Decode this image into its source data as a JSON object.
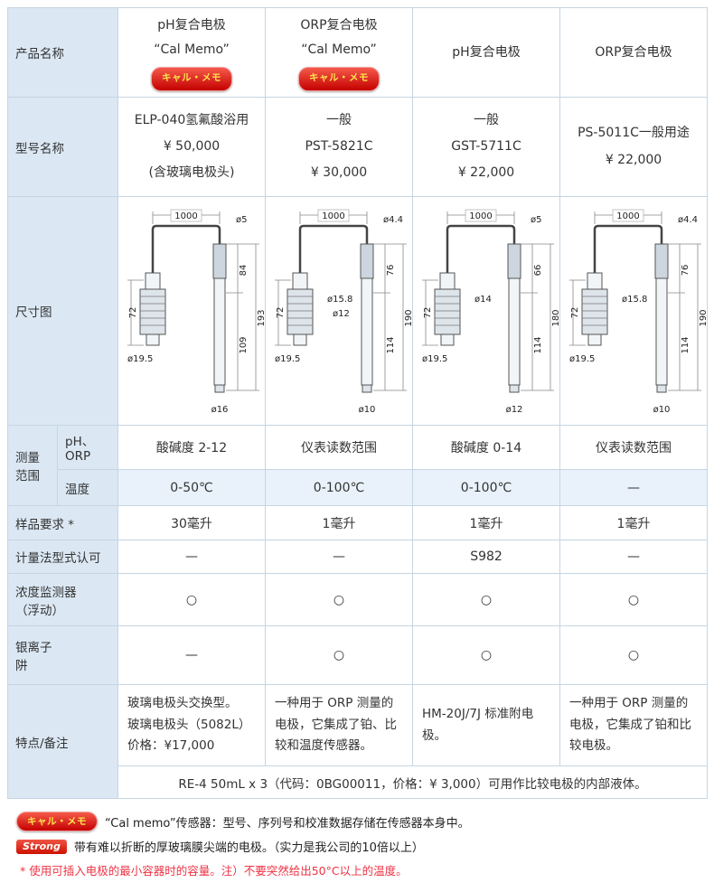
{
  "labels": {
    "product": "产品名称",
    "model": "型号名称",
    "diagram": "尺寸图",
    "range_main": "测量\n范围",
    "range_ph": "pH、ORP",
    "range_temp": "温度",
    "sample": "样品要求 *",
    "approval": "计量法型式认可",
    "monitor": "浓度监测器\n（浮动）",
    "silver": "银离子\n阱",
    "features": "特点/备注"
  },
  "badges": {
    "cal_memo": "キャル・メモ"
  },
  "products": [
    {
      "name": "pH复合电极\n“Cal Memo”",
      "model": "ELP-040氢氟酸浴用\n¥ 50,000\n(含玻璃电极头)",
      "ph_range": "酸碱度 2-12",
      "temp_range": "0-50℃",
      "sample": "30毫升",
      "approval": "—",
      "monitor": "○",
      "silver": "—",
      "features": "玻璃电极头交换型。\n玻璃电极头（5082L）\n价格：¥17,000"
    },
    {
      "name": "ORP复合电极\n“Cal Memo”",
      "model": "一般\nPST-5821C\n¥ 30,000",
      "ph_range": "仪表读数范围",
      "temp_range": "0-100℃",
      "sample": "1毫升",
      "approval": "—",
      "monitor": "○",
      "silver": "○",
      "features": "一种用于 ORP 测量的电极，它集成了铂、比较和温度传感器。"
    },
    {
      "name": "pH复合电极",
      "model": "一般\nGST-5711C\n¥ 22,000",
      "ph_range": "酸碱度 0-14",
      "temp_range": "0-100℃",
      "sample": "1毫升",
      "approval": "S982",
      "monitor": "○",
      "silver": "○",
      "features": "HM-20J/7J 标准附电极。"
    },
    {
      "name": "ORP复合电极",
      "model": "PS-5011C一般用途\n¥ 22,000",
      "ph_range": "仪表读数范围",
      "temp_range": "—",
      "sample": "1毫升",
      "approval": "—",
      "monitor": "○",
      "silver": "○",
      "features": "一种用于 ORP 测量的电极，它集成了铂和比较电极。"
    }
  ],
  "span_note": "RE-4 50mL x 3（代码：0BG00011，价格：¥ 3,000）可用作比较电极的内部液体。",
  "diagrams": [
    {
      "cable": "1000",
      "top_d": "ø5",
      "upper": "84",
      "mid_d": "",
      "mid_d2": "",
      "lower": "109",
      "total": "193",
      "conn": "72",
      "conn_d": "ø19.5",
      "tip_d": "ø16"
    },
    {
      "cable": "1000",
      "top_d": "ø4.4",
      "upper": "76",
      "mid_d": "ø15.8",
      "mid_d2": "ø12",
      "lower": "114",
      "total": "190",
      "conn": "72",
      "conn_d": "ø19.5",
      "tip_d": "ø10"
    },
    {
      "cable": "1000",
      "top_d": "ø5",
      "upper": "66",
      "mid_d": "ø14",
      "mid_d2": "",
      "lower": "114",
      "total": "180",
      "conn": "72",
      "conn_d": "ø19.5",
      "tip_d": "ø12"
    },
    {
      "cable": "1000",
      "top_d": "ø4.4",
      "upper": "76",
      "mid_d": "ø15.8",
      "mid_d2": "",
      "lower": "114",
      "total": "190",
      "conn": "72",
      "conn_d": "ø19.5",
      "tip_d": "ø10"
    }
  ],
  "footnotes": {
    "calmemo_text": "“Cal memo”传感器：型号、序列号和校准数据存储在传感器本身中。",
    "strong_badge": "Strong",
    "strong_text": "带有难以折断的厚玻璃膜尖端的电极。（实力是我公司的10倍以上）",
    "red_note": "* 使用可插入电极的最小容器时的容量。注）不要突然给出50°C以上的温度。"
  }
}
